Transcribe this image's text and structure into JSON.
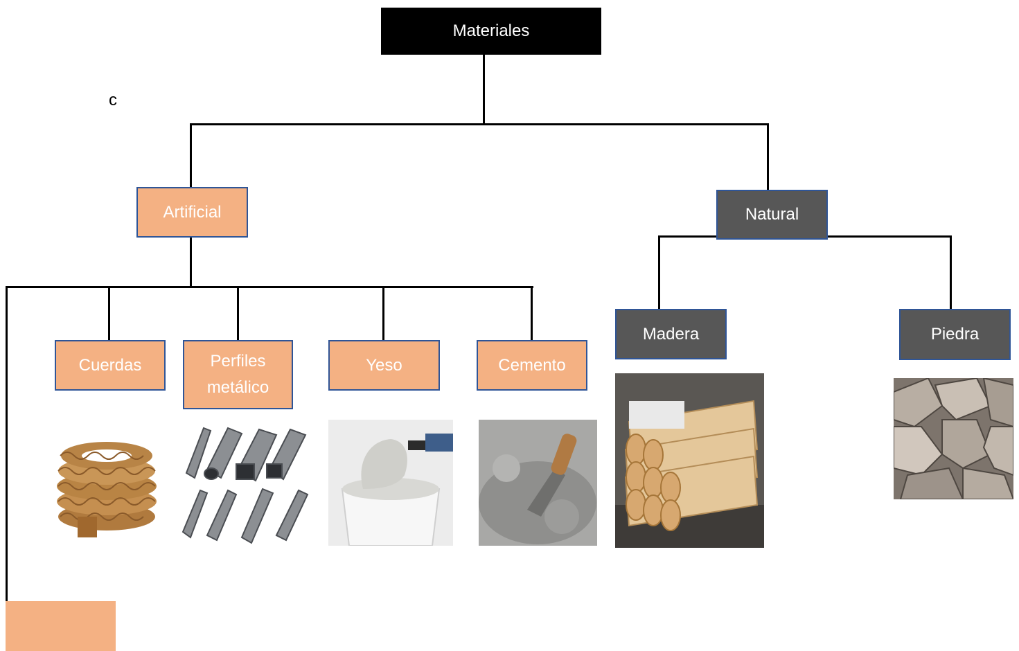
{
  "root": {
    "label": "Materiales"
  },
  "stray_text": "c",
  "categories": {
    "artificial": {
      "label": "Artificial"
    },
    "natural": {
      "label": "Natural"
    }
  },
  "artificial_items": [
    {
      "label": "Cuerdas",
      "image": "rope-image"
    },
    {
      "label": "Perfiles metálico",
      "image": "metal-profiles-image"
    },
    {
      "label": "Yeso",
      "image": "plaster-bucket-image"
    },
    {
      "label": "Cemento",
      "image": "cement-trowel-image"
    }
  ],
  "natural_items": [
    {
      "label": "Madera",
      "image": "wood-logs-image"
    },
    {
      "label": "Piedra",
      "image": "stones-image"
    }
  ],
  "empty_box": {
    "label": ""
  },
  "colors": {
    "root": "#000000",
    "artificial": "#f4b183",
    "natural": "#575757",
    "border": "#2f5597"
  }
}
